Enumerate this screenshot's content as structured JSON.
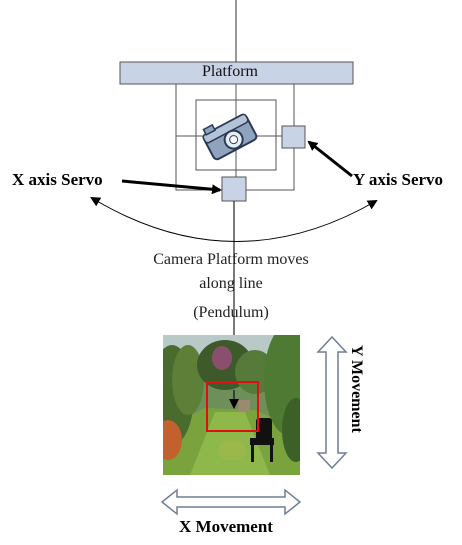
{
  "diagram": {
    "platform_label": "Platform",
    "x_servo_label": "X axis Servo",
    "y_servo_label": "Y axis Servo",
    "caption_line1": "Camera Platform moves",
    "caption_line2": "along line",
    "caption_line3": "(Pendulum)",
    "y_movement_label": "Y Movement",
    "x_movement_label": "X Movement"
  },
  "colors": {
    "platform_fill": "#c9d3e6",
    "servo_fill": "#c9d3e6",
    "target_box": "#e01010",
    "stroke": "#333333"
  }
}
